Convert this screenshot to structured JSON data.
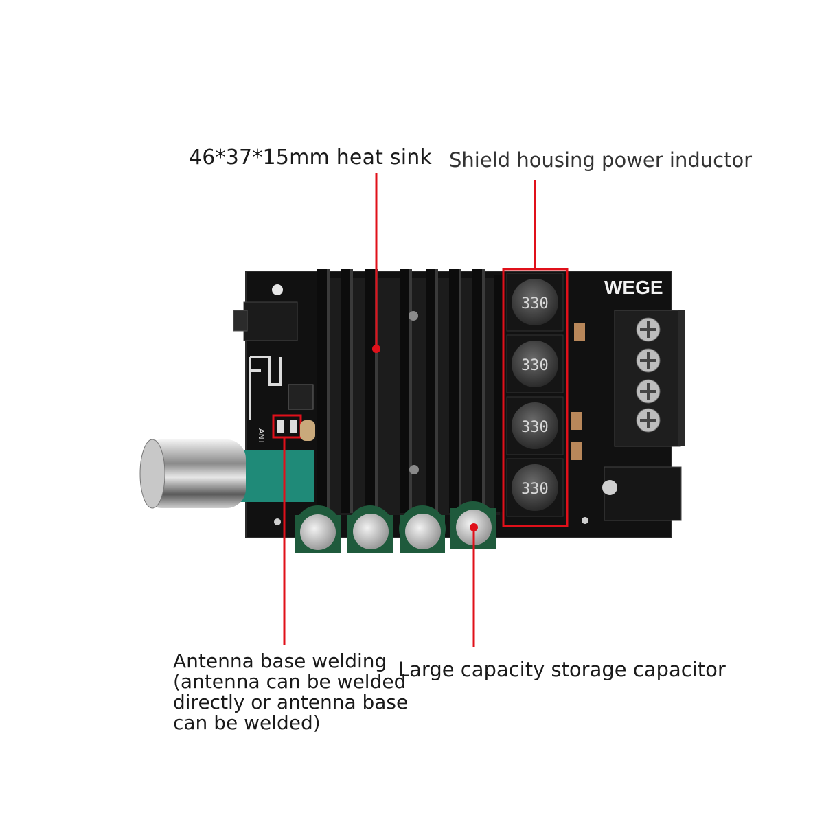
{
  "labels": {
    "heat_sink": "46*37*15mm heat sink",
    "inductor": "Shield housing power inductor",
    "antenna": [
      "Antenna base welding",
      "(antenna can be welded",
      "directly or antenna base",
      "can be welded)"
    ],
    "capacitor": "Large capacity storage capacitor"
  },
  "board": {
    "brand": "WEGE",
    "antenna_mark": "ANT",
    "inductor_marking": "330"
  },
  "colors": {
    "callout_line": "#e0101a",
    "board": "#111111",
    "heatsink": "#1c1c1c",
    "capacitor": "#1f5a3c",
    "teal_module": "#1f8a78"
  }
}
